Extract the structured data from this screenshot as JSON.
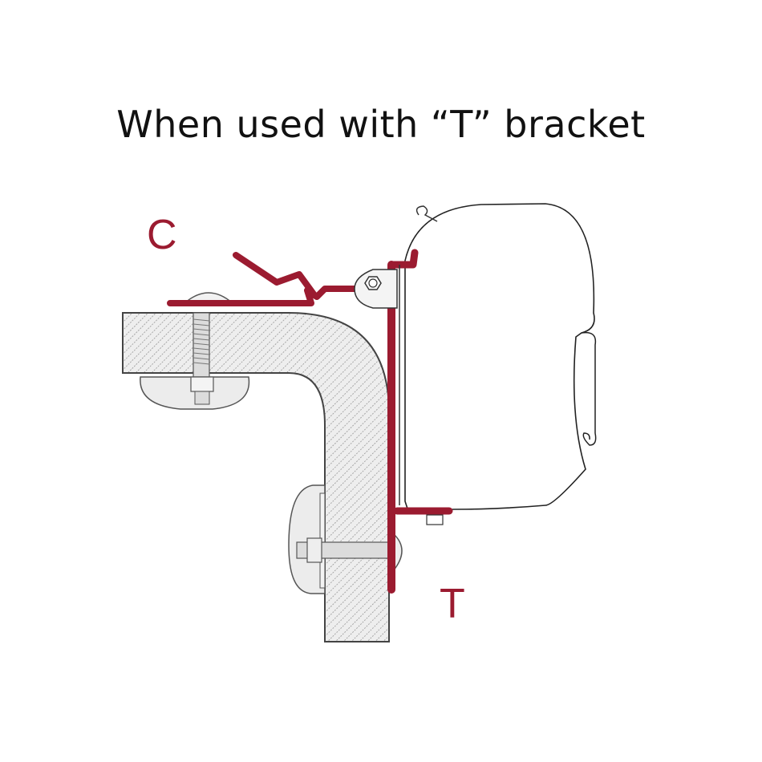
{
  "title": "When used with “T” bracket",
  "labels": {
    "c": "C",
    "t": "T"
  },
  "colors": {
    "bracket": "#9b1b30",
    "outline": "#333333",
    "hatch_fill": "#e6e6e6",
    "background": "#ffffff"
  }
}
